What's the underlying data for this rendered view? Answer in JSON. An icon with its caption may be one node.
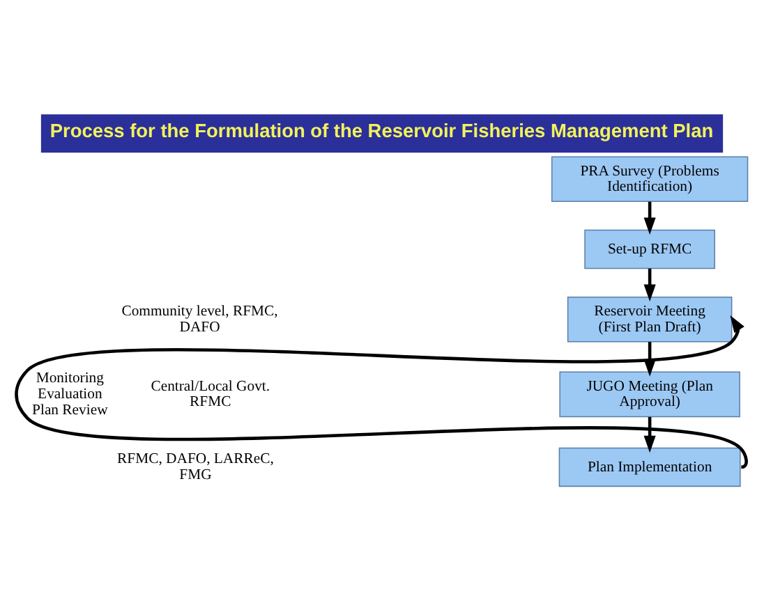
{
  "diagram": {
    "title": "Process for the Formulation of the Reservoir Fisheries Management Plan",
    "nodes": [
      {
        "text": [
          "PRA Survey (Problems Identification)"
        ]
      },
      {
        "text": [
          "Set-up RFMC"
        ]
      },
      {
        "text": [
          "Reservoir Meeting (First Plan Draft)"
        ]
      },
      {
        "text": [
          "JUGO Meeting (Plan Approval)"
        ]
      },
      {
        "text": [
          "Plan Implementation"
        ]
      }
    ],
    "edges": [
      {
        "from": 0,
        "to": 1,
        "arrow": "to"
      },
      {
        "from": 1,
        "to": 2,
        "arrow": "to"
      },
      {
        "from": 2,
        "to": 3,
        "arrow": "to"
      },
      {
        "from": 3,
        "to": 4,
        "arrow": "to"
      },
      {
        "from": 4,
        "to": 2,
        "arrow": "to",
        "label": "Monitoring Evaluation Plan Review"
      }
    ],
    "labels": [
      "Community level, RFMC, DAFO",
      "Central/Local Govt. RFMC",
      "RFMC, DAFO, LARReC, FMG"
    ]
  }
}
